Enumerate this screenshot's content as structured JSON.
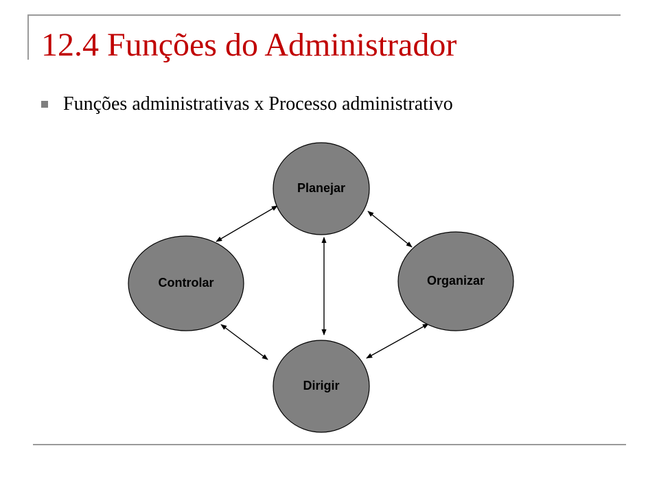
{
  "slide": {
    "title": "12.4 Funções do Administrador",
    "bullets": [
      {
        "text": "Funções administrativas x Processo administrativo"
      }
    ]
  },
  "diagram": {
    "nodes": [
      {
        "id": "planejar",
        "label": "Planejar"
      },
      {
        "id": "organizar",
        "label": "Organizar"
      },
      {
        "id": "dirigir",
        "label": "Dirigir"
      },
      {
        "id": "controlar",
        "label": "Controlar"
      }
    ],
    "edges": [
      {
        "from": "planejar",
        "to": "controlar",
        "direction": "both"
      },
      {
        "from": "planejar",
        "to": "organizar",
        "direction": "both"
      },
      {
        "from": "planejar",
        "to": "dirigir",
        "direction": "both"
      },
      {
        "from": "controlar",
        "to": "dirigir",
        "direction": "both"
      },
      {
        "from": "organizar",
        "to": "dirigir",
        "direction": "both"
      }
    ],
    "colors": {
      "node_fill": "#808080",
      "node_stroke": "#000000",
      "title": "#c00000",
      "bullet": "#7f7f7f"
    }
  }
}
